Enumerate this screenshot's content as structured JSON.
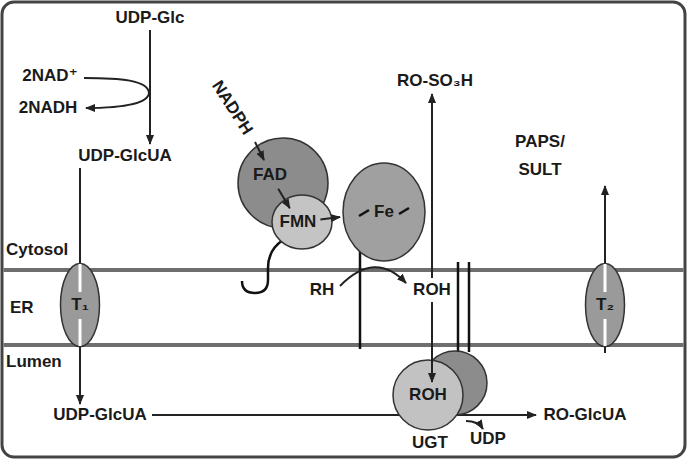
{
  "diagram": {
    "nodes": [
      {
        "text": [
          "T₁"
        ]
      },
      {
        "text": [
          "FAD"
        ]
      },
      {
        "text": [
          "FMN"
        ]
      },
      {
        "text": [
          "Fe"
        ]
      },
      {
        "text": [
          "ROH",
          "UGT"
        ]
      },
      {
        "text": [
          "T₂"
        ]
      }
    ],
    "edges": [
      {
        "from": 1,
        "to": 2,
        "arrow": "to"
      },
      {
        "from": 2,
        "to": 3,
        "arrow": "to"
      }
    ],
    "labels": [
      "UDP-Glc",
      "2NAD⁺",
      "2NADH",
      "UDP-GlcUA",
      "NADPH",
      "RO-SO₃H",
      "PAPS/ SULT",
      "Cytosol",
      "ER",
      "Lumen",
      "RH",
      "ROH",
      "UDP-GlcUA",
      "UDP",
      "RO-GlcUA"
    ]
  }
}
